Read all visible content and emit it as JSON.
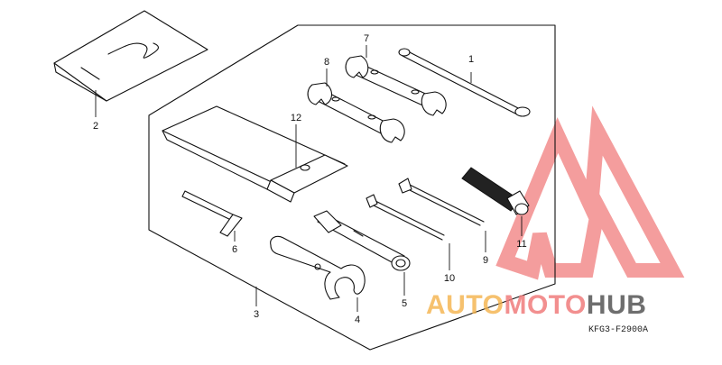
{
  "callouts": [
    {
      "num": "1"
    },
    {
      "num": "2"
    },
    {
      "num": "3"
    },
    {
      "num": "4"
    },
    {
      "num": "5"
    },
    {
      "num": "6"
    },
    {
      "num": "7"
    },
    {
      "num": "8"
    },
    {
      "num": "9"
    },
    {
      "num": "10"
    },
    {
      "num": "11"
    },
    {
      "num": "12"
    }
  ],
  "watermark": {
    "text_part1": "AUTO",
    "text_part2": "MOTO",
    "text_part3": "HUB",
    "color_orange": "#f4b24a",
    "color_red": "#f07c7c",
    "color_dark": "#555555"
  },
  "figure_code": "KFG3-F2900A",
  "colors": {
    "line": "#111111",
    "background": "#ffffff"
  }
}
